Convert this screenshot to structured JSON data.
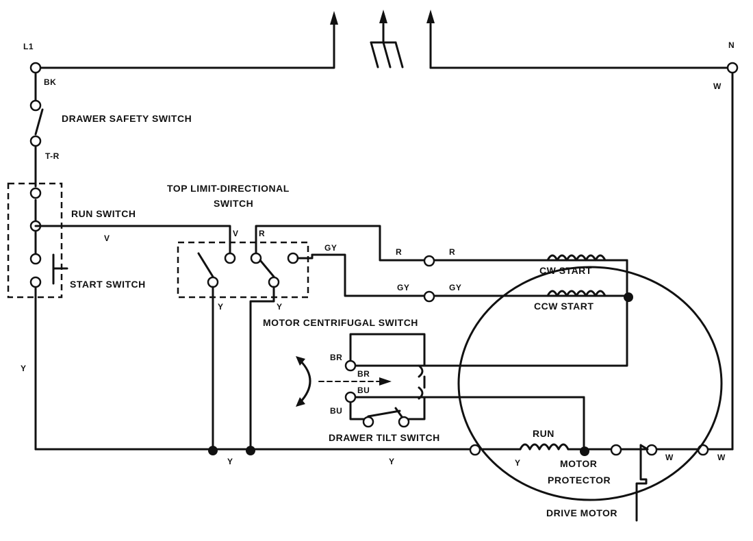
{
  "terminals": {
    "l1": "L1",
    "n": "N"
  },
  "wires": {
    "bk": "BK",
    "tr": "T-R",
    "v_run": "V",
    "v_top": "V",
    "r_top": "R",
    "gy_top": "GY",
    "r_mid1": "R",
    "r_mid2": "R",
    "gy_mid1": "GY",
    "gy_mid2": "GY",
    "y_tls1": "Y",
    "y_tls2": "Y",
    "y_left": "Y",
    "br1": "BR",
    "br2": "BR",
    "bu1": "BU",
    "bu2": "BU",
    "y_bot1": "Y",
    "y_bot2": "Y",
    "y_run": "Y",
    "w_right": "W",
    "w_bot1": "W",
    "w_bot2": "W"
  },
  "components": {
    "drawer_safety": "DRAWER SAFETY SWITCH",
    "top_limit_1": "TOP LIMIT-DIRECTIONAL",
    "top_limit_2": "SWITCH",
    "run_switch": "RUN SWITCH",
    "start_switch": "START SWITCH",
    "cw_start": "CW START",
    "ccw_start": "CCW START",
    "centrifugal": "MOTOR CENTRIFUGAL SWITCH",
    "drawer_tilt": "DRAWER TILT SWITCH",
    "run": "RUN",
    "motor_protector_1": "MOTOR",
    "motor_protector_2": "PROTECTOR",
    "drive_motor": "DRIVE MOTOR"
  }
}
